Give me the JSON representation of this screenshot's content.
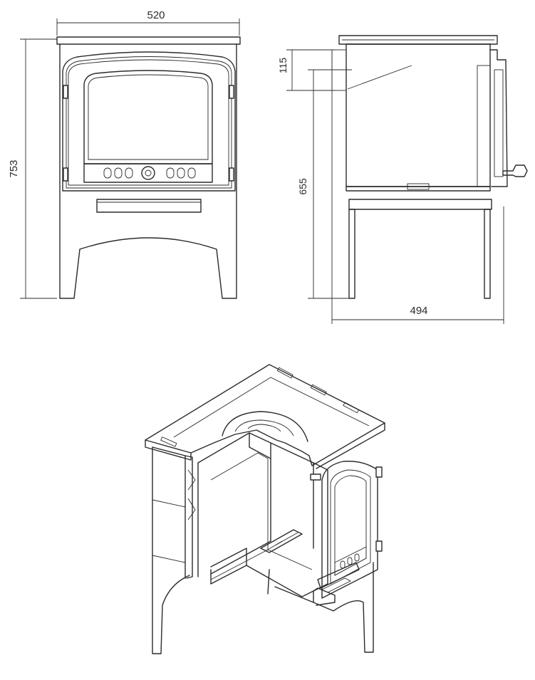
{
  "dimensions": {
    "front_width": "520",
    "front_height": "753",
    "side_top_offset": "115",
    "side_height": "655",
    "side_depth": "494"
  }
}
